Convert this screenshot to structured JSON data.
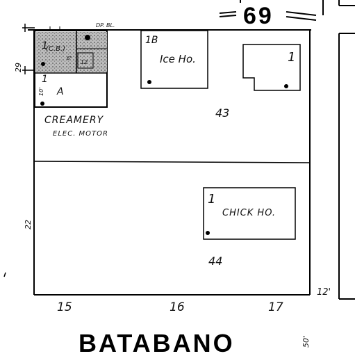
{
  "block": {
    "number": "69"
  },
  "lots": {
    "top": "43",
    "bottom": "44"
  },
  "buildings": {
    "creamery": {
      "label": "CREAMERY",
      "sublabel": "ELEC. MOTOR",
      "stories": "1",
      "roof_code": "A",
      "inner_code": "(C.B.)",
      "inner_story": "1",
      "dp_label": "DP. BL.",
      "small_code": "12",
      "small_code_2": "6\""
    },
    "ice_house": {
      "stories": "1B",
      "label": "Ice Ho."
    },
    "outbuilding": {
      "stories": "1"
    },
    "chick_house": {
      "stories": "1",
      "label": "CHICK HO."
    }
  },
  "dimensions": {
    "left_top": "29",
    "left_mid": "22",
    "right_bottom": "12'",
    "creamery_side": "10'",
    "bottom_right": "50'"
  },
  "addresses": [
    "15",
    "16",
    "17"
  ],
  "street": {
    "name": "BATABANO"
  },
  "colors": {
    "ink": "#000000",
    "paper": "#ffffff",
    "stipple": "#7a7a7a"
  }
}
